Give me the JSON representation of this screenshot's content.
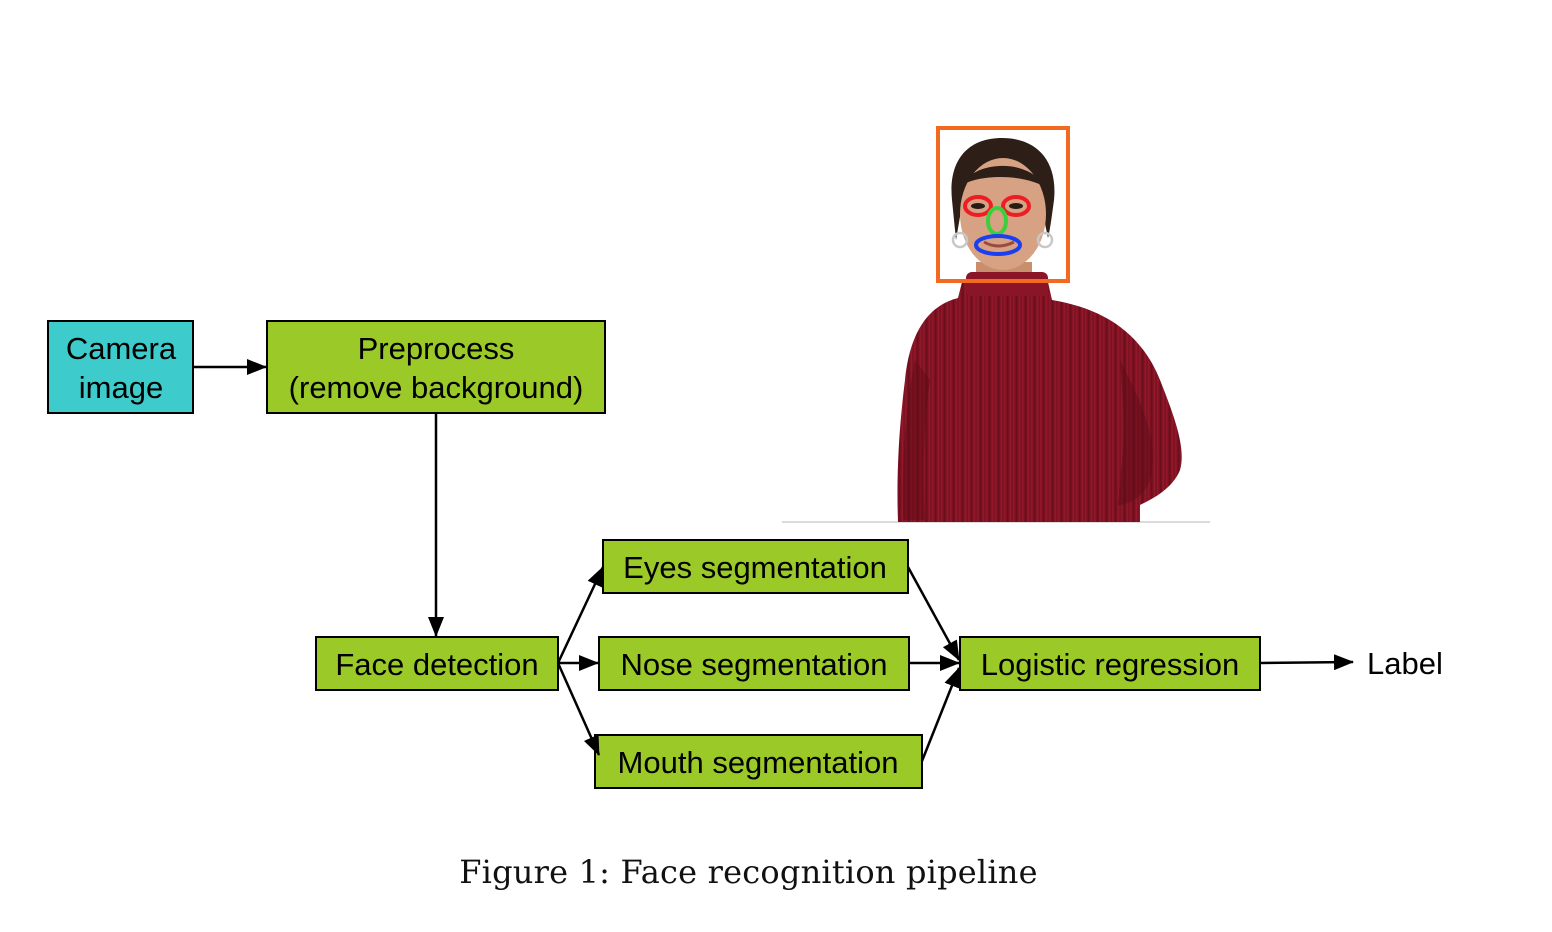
{
  "nodes": {
    "camera": {
      "line1": "Camera",
      "line2": "image"
    },
    "preprocess": {
      "line1": "Preprocess",
      "line2": "(remove background)"
    },
    "face_detection": "Face detection",
    "eyes": "Eyes segmentation",
    "nose": "Nose segmentation",
    "mouth": "Mouth segmentation",
    "logistic": "Logistic regression",
    "label": "Label"
  },
  "caption": "Figure 1: Face recognition pipeline",
  "colors": {
    "camera_fill": "#3ecbcb",
    "step_fill": "#9bc927",
    "face_box": "#f26a22",
    "eyes_marker": "#ee1c24",
    "nose_marker": "#3ccf3c",
    "mouth_marker": "#1b3ef0",
    "sweater": "#94162a"
  },
  "icons": {
    "photo": "person-photo"
  }
}
